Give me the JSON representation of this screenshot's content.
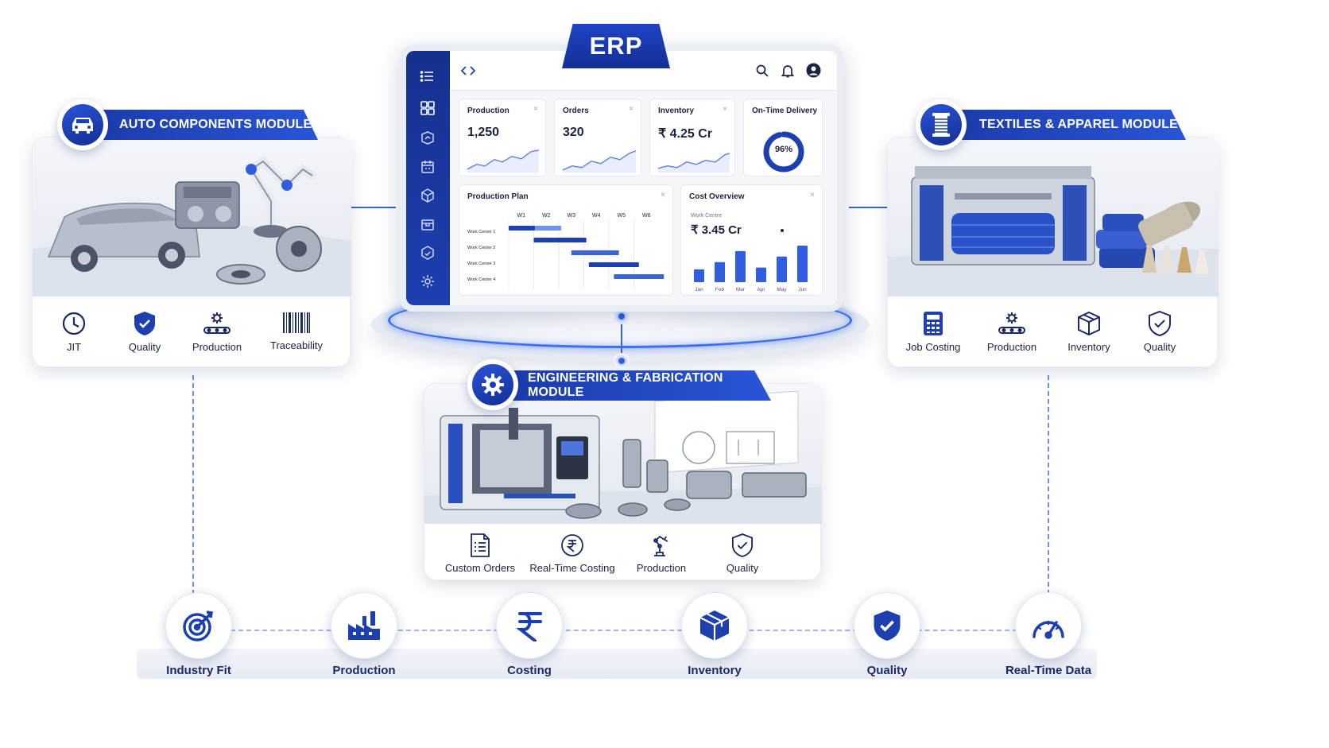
{
  "erp": {
    "title": "ERP",
    "kpis": [
      {
        "title": "Production",
        "value": "1,250"
      },
      {
        "title": "Orders",
        "value": "320"
      },
      {
        "title": "Inventory",
        "value": "₹ 4.25 Cr"
      },
      {
        "title": "On-Time Delivery",
        "value": "96%",
        "fraction": 0.96
      }
    ],
    "close_glyph": "×",
    "production_plan": {
      "title": "Production Plan",
      "weeks": [
        "W1",
        "W2",
        "W3",
        "W4",
        "W5",
        "W6"
      ],
      "rows": [
        "Work Center 1",
        "Work Center 2",
        "Work Center 3",
        "Work Center 4"
      ]
    },
    "cost_overview": {
      "title": "Cost Overview",
      "subtitle": "Work Centre",
      "value": "₹ 3.45 Cr",
      "months": [
        "Jan",
        "Feb",
        "Mar",
        "Apr",
        "May",
        "Jun"
      ],
      "bar_levels": [
        0.35,
        0.55,
        0.85,
        0.4,
        0.7,
        1.0
      ]
    },
    "sidebar_icons": [
      "menu-icon",
      "dashboard-icon",
      "production-icon",
      "planning-icon",
      "inventory-icon",
      "box-icon",
      "reports-icon",
      "settings-icon"
    ],
    "topbar_icons": [
      "code-icon",
      "search-icon",
      "bell-icon",
      "user-icon"
    ]
  },
  "modules": {
    "auto": {
      "title": "AUTO COMPONENTS MODULE",
      "icon": "car-icon",
      "features": [
        {
          "label": "JIT",
          "icon": "clock-icon"
        },
        {
          "label": "Quality",
          "icon": "shield-check-icon"
        },
        {
          "label": "Production",
          "icon": "conveyor-gear-icon"
        },
        {
          "label": "Traceability",
          "icon": "barcode-icon"
        }
      ]
    },
    "textiles": {
      "title": "TEXTILES & APPAREL MODULE",
      "icon": "thread-spool-icon",
      "features": [
        {
          "label": "Job Costing",
          "icon": "calculator-icon"
        },
        {
          "label": "Production",
          "icon": "conveyor-gear-icon"
        },
        {
          "label": "Inventory",
          "icon": "box-icon"
        },
        {
          "label": "Quality",
          "icon": "shield-check-icon"
        }
      ]
    },
    "engineering": {
      "title": "ENGINEERING & FABRICATION MODULE",
      "icon": "gear-icon",
      "features": [
        {
          "label": "Custom Orders",
          "icon": "document-list-icon"
        },
        {
          "label": "Real-Time Costing",
          "icon": "rupee-circle-icon"
        },
        {
          "label": "Production",
          "icon": "robot-arm-icon"
        },
        {
          "label": "Quality",
          "icon": "shield-check-icon"
        }
      ]
    }
  },
  "benefits": [
    {
      "label": "Industry Fit",
      "icon": "target-icon"
    },
    {
      "label": "Production",
      "icon": "factory-icon"
    },
    {
      "label": "Costing",
      "icon": "rupee-icon"
    },
    {
      "label": "Inventory",
      "icon": "box-icon"
    },
    {
      "label": "Quality",
      "icon": "shield-check-icon"
    },
    {
      "label": "Real-Time Data",
      "icon": "gauge-icon"
    }
  ],
  "colors": {
    "primary": "#1d3fb0",
    "accent": "#2f5fe0",
    "text": "#1a2340"
  }
}
